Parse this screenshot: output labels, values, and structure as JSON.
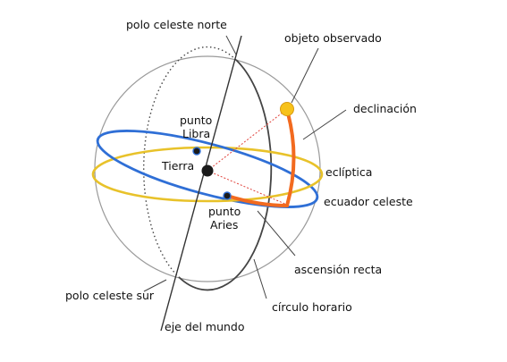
{
  "labels": {
    "polo_norte": "polo celeste norte",
    "objeto": "objeto observado",
    "declinacion": "declinación",
    "libra_1": "punto",
    "libra_2": "Libra",
    "tierra": "Tierra",
    "ecliptica": "eclíptica",
    "ecuador": "ecuador celeste",
    "aries_1": "punto",
    "aries_2": "Aries",
    "ascension": "ascensión recta",
    "polo_sur": "polo celeste sur",
    "circulo_horario": "círculo horario",
    "eje": "eje del mundo"
  },
  "colors": {
    "equator": "#2f6fd6",
    "ecliptic": "#e8c22a",
    "arc": "#f26a1f",
    "object": "#f7c21a",
    "helper": "#e0413a",
    "earth": "#1a1a1a",
    "line": "#333333"
  }
}
